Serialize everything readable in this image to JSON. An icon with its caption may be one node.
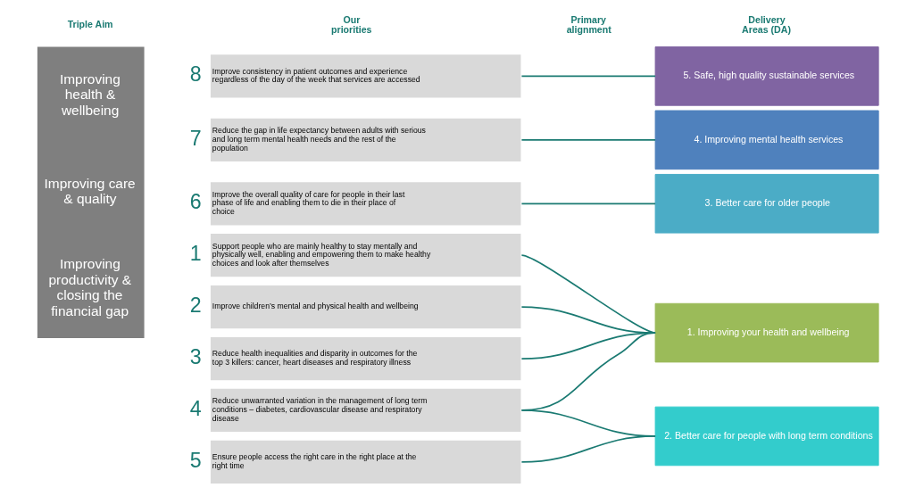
{
  "diagram": {
    "nodes": [
      {
        "text": [
          "Improving health & wellbeing",
          "Improving care & quality",
          "Improving productivity & closing the financial gap"
        ]
      },
      {
        "text": [
          "Support people who are mainly healthy to stay mentally and physically well, enabling and empowering them to make healthy choices and look after themselves"
        ],
        "beside": [
          "1"
        ]
      },
      {
        "text": [
          "Improve children’s mental and physical health and wellbeing"
        ],
        "beside": [
          "2"
        ]
      },
      {
        "text": [
          "Reduce health inequalities and disparity in outcomes for the top 3 killers: cancer, heart diseases and respiratory illness"
        ],
        "beside": [
          "3"
        ]
      },
      {
        "text": [
          "Reduce unwarranted variation in the management of long term conditions – diabetes, cardiovascular disease and respiratory disease"
        ],
        "beside": [
          "4"
        ]
      },
      {
        "text": [
          "Ensure people access the right care in the right place at the right time"
        ],
        "beside": [
          "5"
        ]
      },
      {
        "text": [
          "Improve the overall quality of care for people in their last phase of life and enabling them to die in their place of choice"
        ],
        "beside": [
          "6"
        ]
      },
      {
        "text": [
          "Reduce the gap in life expectancy between adults with serious and long term mental health needs and the rest of the population"
        ],
        "beside": [
          "7"
        ]
      },
      {
        "text": [
          "Improve consistency in patient outcomes and experience regardless of the day of the week that services are accessed"
        ],
        "beside": [
          "8"
        ]
      },
      {
        "text": [
          "1. Improving your health and wellbeing"
        ]
      },
      {
        "text": [
          "2. Better care for people with long term conditions"
        ]
      },
      {
        "text": [
          "3. Better care for older people"
        ]
      },
      {
        "text": [
          "4. Improving mental health services"
        ]
      },
      {
        "text": [
          "5. Safe, high quality sustainable services"
        ]
      }
    ],
    "edges": [
      {
        "from": 1,
        "to": 9,
        "arrow": "none"
      },
      {
        "from": 2,
        "to": 9,
        "arrow": "none"
      },
      {
        "from": 3,
        "to": 9,
        "arrow": "none"
      },
      {
        "from": 4,
        "to": 9,
        "arrow": "none"
      },
      {
        "from": 4,
        "to": 10,
        "arrow": "none"
      },
      {
        "from": 5,
        "to": 10,
        "arrow": "none"
      },
      {
        "from": 6,
        "to": 11,
        "arrow": "none"
      },
      {
        "from": 7,
        "to": 12,
        "arrow": "none"
      },
      {
        "from": 8,
        "to": 13,
        "arrow": "none"
      }
    ],
    "labels": [
      "Triple Aim",
      "Our priorities",
      "Primary alignment",
      "Delivery Areas (DA)"
    ]
  }
}
